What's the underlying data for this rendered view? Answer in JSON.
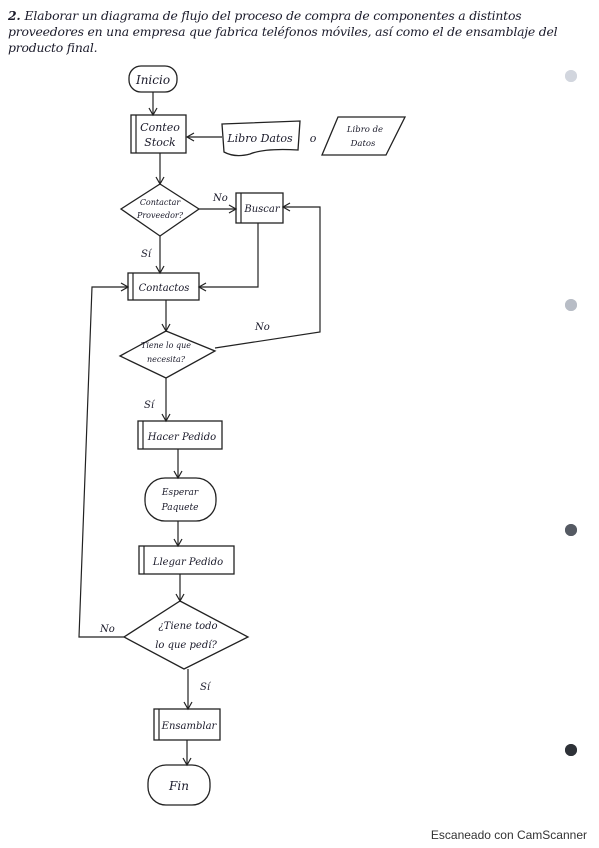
{
  "heading": {
    "number": "2.",
    "text": "Elaborar un diagrama de flujo del proceso de compra de componentes a distintos proveedores en una empresa que fabrica teléfonos móviles, así como el de ensamblaje del producto final."
  },
  "nodes": {
    "inicio": "Inicio",
    "conteo": [
      "Conteo",
      "Stock"
    ],
    "libro_datos": "Libro Datos",
    "o": "o",
    "libro_de_datos": [
      "Libro de",
      "Datos"
    ],
    "contactar": [
      "Contactar",
      "Proveedor?"
    ],
    "buscar": "Buscar",
    "contactos": "Contactos",
    "tiene": [
      "Tiene lo que",
      "necesita?"
    ],
    "hacer_pedido": "Hacer Pedido",
    "esperar": [
      "Esperar",
      "Paquete"
    ],
    "llegar_pedido": "Llegar Pedido",
    "tiene_todo": [
      "¿Tiene todo",
      "lo que pedí?"
    ],
    "ensamblar": "Ensamblar",
    "fin": "Fin"
  },
  "labels": {
    "no_1": "No",
    "si_1": "Sí",
    "no_2": "No",
    "si_2": "Sí",
    "no_3": "No",
    "si_3": "Sí"
  },
  "hole_colors": [
    "#d2d6de",
    "#b8bdc6",
    "#555a63",
    "#2e3238"
  ],
  "watermark": "Escaneado con CamScanner"
}
